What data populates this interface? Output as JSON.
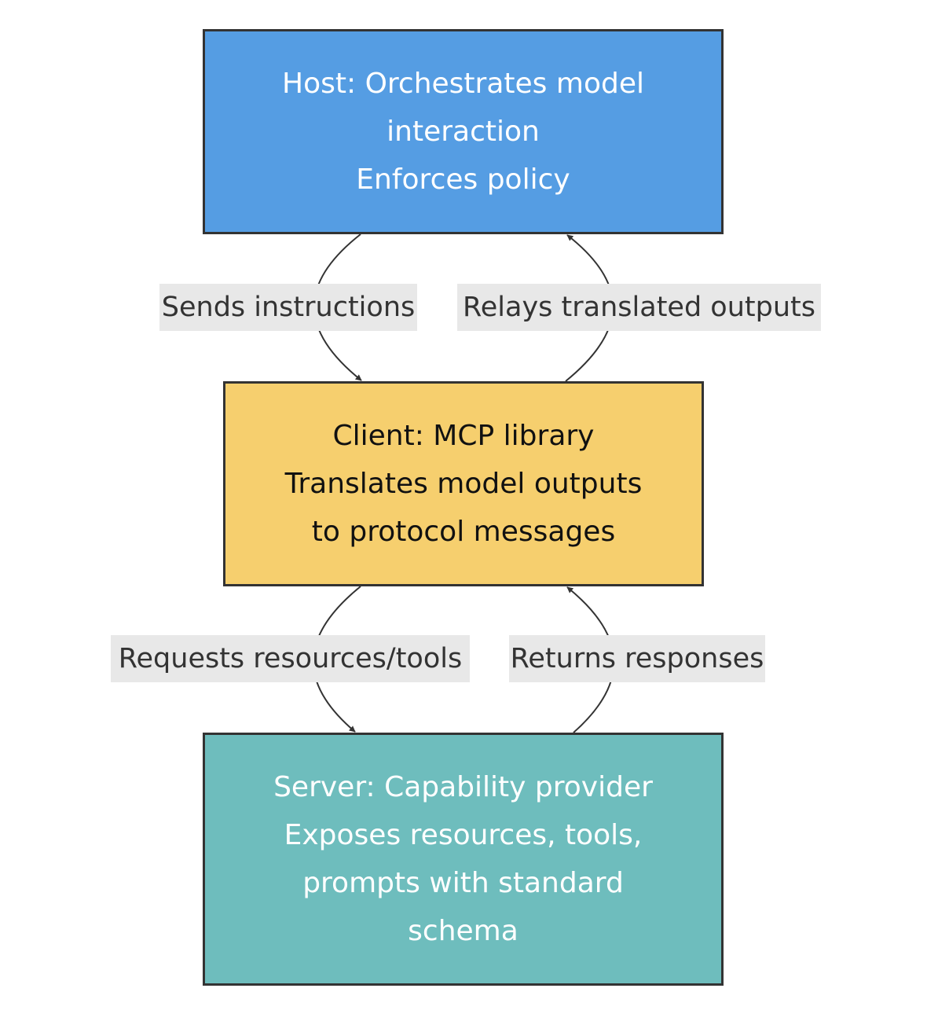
{
  "nodes": {
    "host": {
      "lines": [
        "Host: Orchestrates model",
        "interaction",
        "Enforces policy"
      ],
      "fill": "#559de3"
    },
    "client": {
      "lines": [
        "Client: MCP library",
        "Translates model outputs",
        "to protocol messages"
      ],
      "fill": "#f6cf6e"
    },
    "server": {
      "lines": [
        "Server: Capability provider",
        "Exposes resources, tools,",
        "prompts with standard",
        "schema"
      ],
      "fill": "#6ebdbd"
    }
  },
  "edges": {
    "host_to_client": "Sends instructions",
    "client_to_host": "Relays translated outputs",
    "client_to_server": "Requests resources/tools",
    "server_to_client": "Returns responses"
  },
  "colors": {
    "stroke": "#333333",
    "label_bg": "#e8e8e8"
  }
}
